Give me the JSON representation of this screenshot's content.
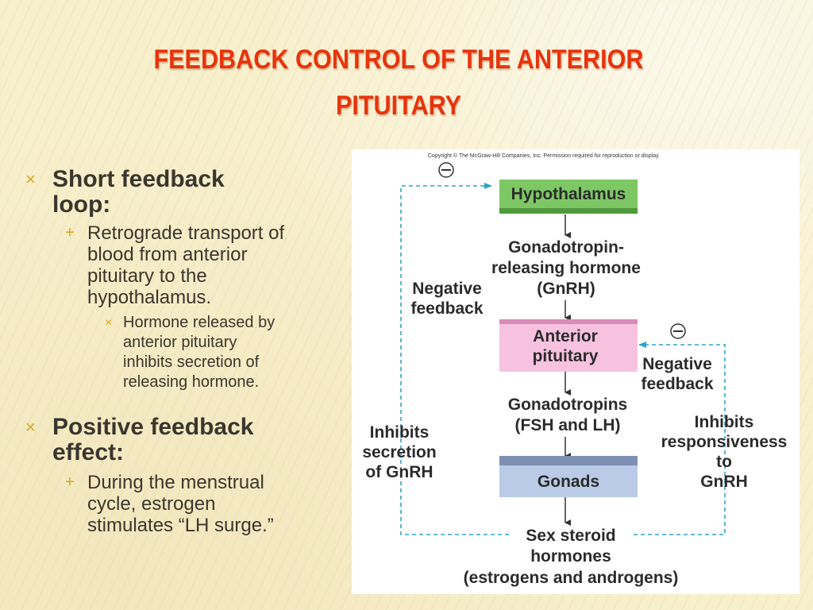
{
  "title": {
    "line1": "FEEDBACK CONTROL OF THE ANTERIOR",
    "line2": "PITUITARY"
  },
  "bullets": {
    "short_loop": {
      "heading_line1": "Short feedback",
      "heading_line2": "loop:",
      "sub": [
        "Retrograde transport of",
        "blood from anterior",
        "pituitary to the",
        "hypothalamus."
      ],
      "subsub": [
        "Hormone released by",
        "anterior pituitary",
        "inhibits secretion of",
        "releasing hormone."
      ]
    },
    "positive": {
      "heading_line1": "Positive feedback",
      "heading_line2": "effect:",
      "sub": [
        "During the menstrual",
        "cycle, estrogen",
        "stimulates “LH surge.”"
      ]
    }
  },
  "bullet_marks": {
    "level1": "×",
    "level2": "+",
    "level3": "×"
  },
  "diagram": {
    "copyright": "Copyright © The McGraw-Hill Companies, Inc. Permission required for reproduction or display.",
    "hypothalamus": "Hypothalamus",
    "gnrh": [
      "Gonadotropin-",
      "releasing hormone",
      "(GnRH)"
    ],
    "anterior_pituitary": [
      "Anterior",
      "pituitary"
    ],
    "gonadotropins": [
      "Gonadotropins",
      "(FSH and LH)"
    ],
    "gonads": "Gonads",
    "sex_steroids": [
      "Sex steroid",
      "hormones",
      "(estrogens and androgens)"
    ],
    "neg_feedback_left": [
      "Negative",
      "feedback"
    ],
    "neg_feedback_right": [
      "Negative",
      "feedback"
    ],
    "inhibits_left": [
      "Inhibits",
      "secretion",
      "of GnRH"
    ],
    "inhibits_right": [
      "Inhibits",
      "responsiveness",
      "to",
      "GnRH"
    ],
    "minus_symbol": "⊖",
    "colors": {
      "hypothalamus": "#7ec765",
      "anterior_pituitary": "#f7c2e0",
      "gonads": "#b9cbe6",
      "feedback_line": "#2fa3c7"
    }
  }
}
